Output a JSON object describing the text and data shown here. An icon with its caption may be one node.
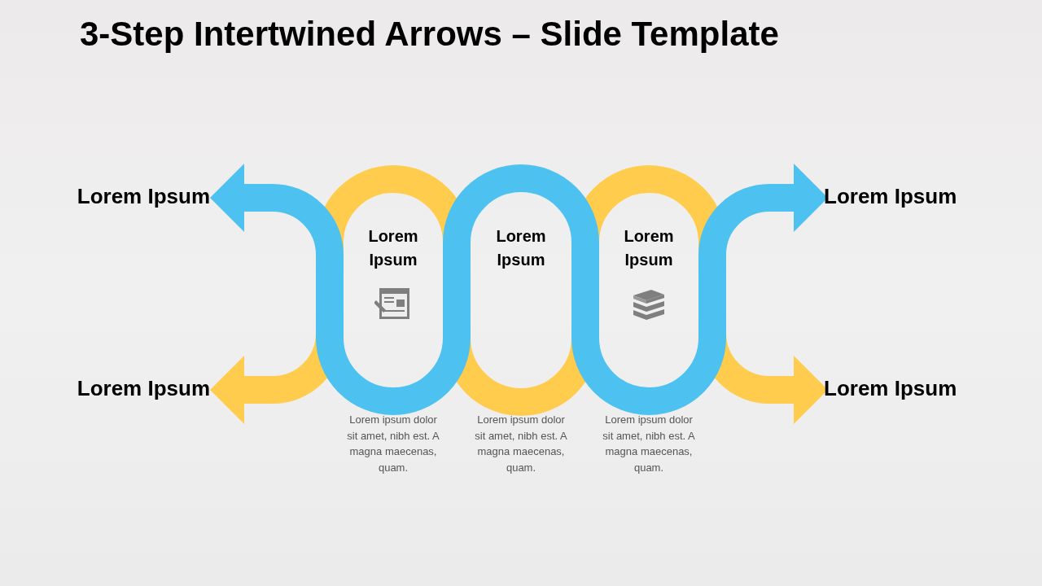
{
  "diagram": {
    "title": "3-Step Intertwined Arrows – Slide Template",
    "nodes": [
      {
        "text": [
          "Lorem Ipsum"
        ]
      },
      {
        "text": [
          "Lorem Ipsum"
        ]
      },
      {
        "text": [
          "Lorem Ipsum"
        ]
      },
      {
        "text": [
          "Lorem Ipsum"
        ]
      },
      {
        "text": [
          "Lorem Ipsum"
        ]
      },
      {
        "text": [
          "Lorem Ipsum"
        ]
      },
      {
        "text": [
          "Lorem Ipsum"
        ]
      }
    ],
    "edges": [
      {
        "from": 1,
        "to": 6,
        "arrow": "both",
        "color": "#ffcc4d"
      },
      {
        "from": 0,
        "to": 5,
        "arrow": "both",
        "color": "#4dc1ef"
      }
    ],
    "labels": [
      "Lorem ipsum dolor sit amet, nibh est. A magna maecenas, quam.",
      "Lorem ipsum dolor sit amet, nibh est. A magna maecenas, quam.",
      "Lorem ipsum dolor sit amet, nibh est. A magna maecenas, quam."
    ]
  }
}
